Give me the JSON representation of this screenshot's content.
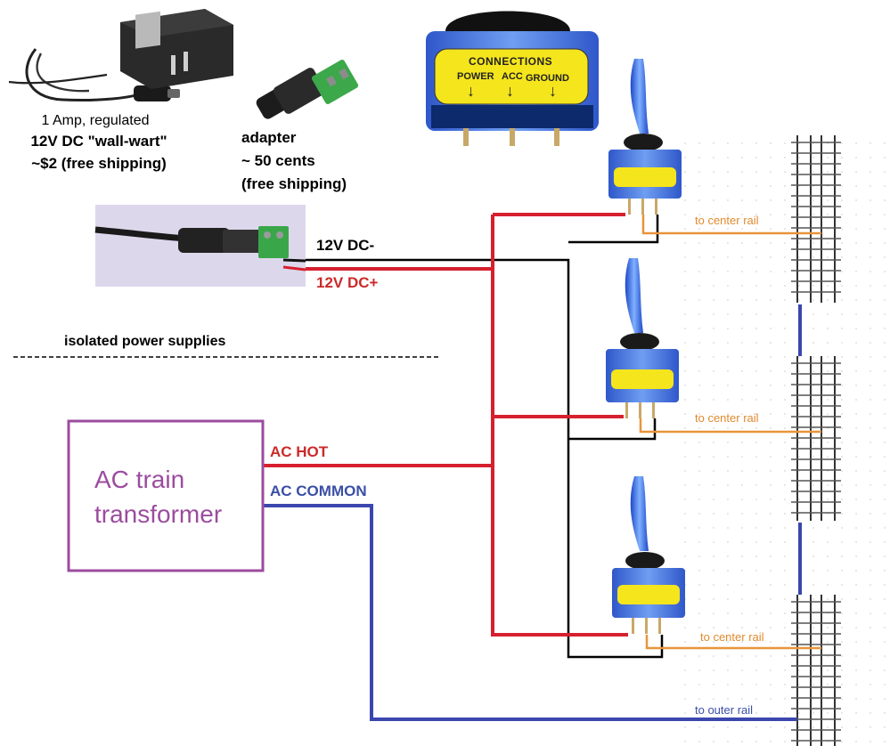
{
  "wallwart": {
    "line1": "1 Amp, regulated",
    "line2": "12V DC \"wall-wart\"",
    "line3": "~$2 (free shipping)"
  },
  "adapter": {
    "line1": "adapter",
    "line2": "~ 50 cents",
    "line3": "(free shipping)"
  },
  "dc": {
    "minus": "12V DC-",
    "plus": "12V DC+"
  },
  "isolation_label": "isolated power supplies",
  "transformer": {
    "line1": "AC train",
    "line2": "transformer"
  },
  "ac": {
    "hot": "AC HOT",
    "common": "AC COMMON"
  },
  "switch_label": {
    "title": "CONNECTIONS",
    "power": "POWER",
    "acc": "ACC",
    "ground": "GROUND"
  },
  "rails": {
    "center_1": "to center rail",
    "center_2": "to center rail",
    "center_3": "to center rail",
    "outer": "to outer rail"
  },
  "colors": {
    "hot": "#d6202e",
    "common": "#3b46ae",
    "ground": "#000000",
    "accessory": "#e8953a",
    "transformer_box": "#9b4c9f",
    "toggle": "#2d6fd8",
    "label_yellow": "#f5e51c"
  }
}
